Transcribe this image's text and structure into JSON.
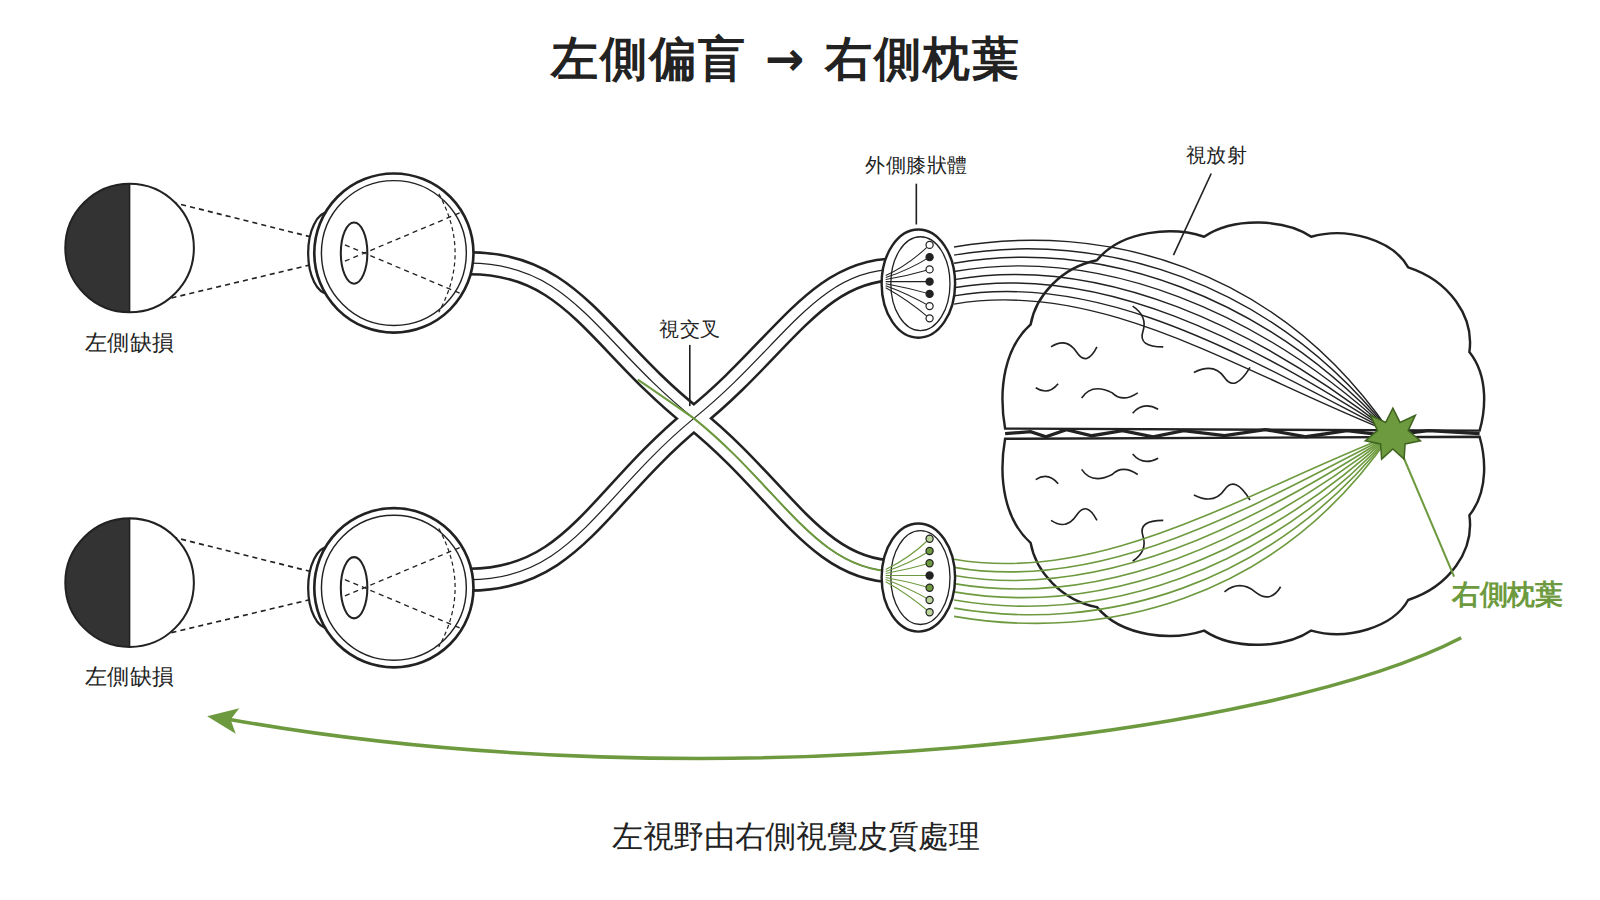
{
  "diagram": {
    "title": "左側偏盲 → 右側枕葉",
    "caption": "左視野由右側視覺皮質處理",
    "nodes": [
      {
        "text": [
          "左側缺損"
        ]
      },
      {
        "text": [
          "左側缺損"
        ]
      }
    ],
    "labels": [
      "外側膝狀體",
      "視放射",
      "視交叉",
      "右側枕葉"
    ]
  }
}
